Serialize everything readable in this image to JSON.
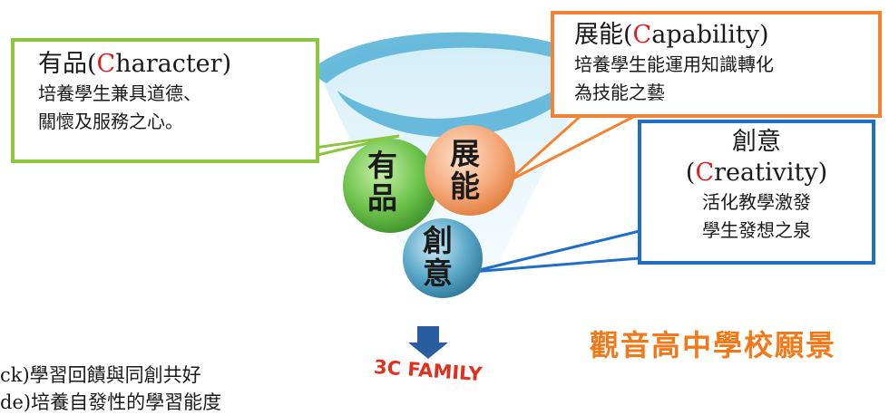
{
  "callouts": {
    "character": {
      "title_prefix": "有品(",
      "title_initial": "C",
      "title_suffix": "haracter)",
      "lines": [
        "培養學生兼具道德、",
        "關懷及服務之心。"
      ],
      "border_color": "#8cc63f"
    },
    "capability": {
      "title_prefix": "展能(",
      "title_initial": "C",
      "title_suffix": "apability)",
      "lines": [
        "培養學生能運用知識轉化",
        "為技能之藝"
      ],
      "border_color": "#f58233"
    },
    "creativity": {
      "title": "創意",
      "title2_prefix": "(",
      "title2_initial": "C",
      "title2_suffix": "reativity)",
      "lines": [
        "活化教學激發",
        "學生發想之泉"
      ],
      "border_color": "#1f6fc7"
    }
  },
  "circles": {
    "youpin": {
      "chars": [
        "有",
        "品"
      ],
      "color": "#6cc24a"
    },
    "zhanneng": {
      "chars": [
        "展",
        "能"
      ],
      "color": "#f5a97a"
    },
    "chuangyi": {
      "chars": [
        "創",
        "意"
      ],
      "color": "#5aa8c8"
    }
  },
  "vision_title": "觀音高中學校願景",
  "family_label": "3C FAMILY",
  "bottom_lines": [
    "ck)學習回饋與同創共好",
    "de)培養自發性的學習能度"
  ],
  "colors": {
    "funnel": "#5bb4d8",
    "accent_red": "#e02020",
    "vision": "#f07a1a",
    "arrow": "#2a5d9f"
  }
}
